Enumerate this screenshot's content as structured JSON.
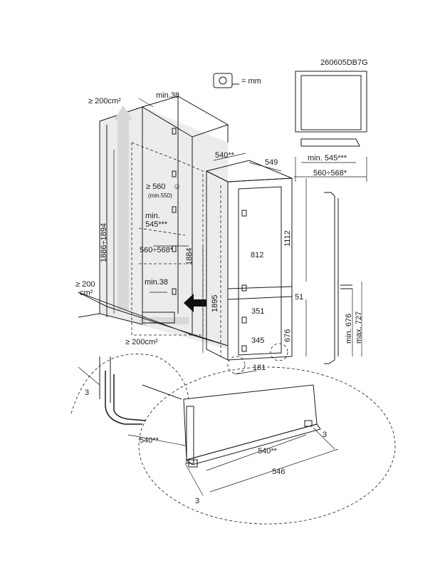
{
  "model_code": "260605DB7G",
  "unit_legend": "= mm",
  "icons": {
    "tape_measure": "tape-measure-icon",
    "warning": "smiley-icon"
  },
  "niche": {
    "vent_top": "≥ 200cm²",
    "depth_min": "min.38",
    "height_range": "1886÷1894",
    "height_min_560": "≥ 560",
    "min_550": "(min.550)",
    "width_min_line1": "min.",
    "width_min_line2": "545***",
    "width_range": "560÷568*",
    "depth_min_bottom": "min.38",
    "vent_left_line1": "≥ 200",
    "vent_left_line2": "cm²",
    "vent_bottom": "≥ 200cm²"
  },
  "appliance": {
    "width_540": "540**",
    "depth_549": "549",
    "height_1884": "1884",
    "height_1895": "1895",
    "top_section": "1112",
    "freezer_door": "812",
    "gap_51": "51",
    "drawer_351": "351",
    "drawer_345": "345",
    "bottom_676": "676",
    "foot_181": "181"
  },
  "top_view": {
    "min_545": "min. 545***",
    "range_560_568": "560÷568*"
  },
  "side_view": {
    "min_676": "min. 676",
    "max_727": "max. 727"
  },
  "detail_left": {
    "gap_3": "3",
    "width_540": "540**"
  },
  "detail_bottom": {
    "gap_3_right": "3",
    "width_540": "540**",
    "width_546": "546",
    "gap_3_left": "3"
  }
}
